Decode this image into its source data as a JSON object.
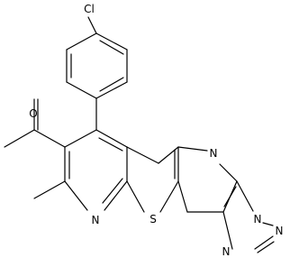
{
  "atoms": {
    "cl": "Cl",
    "o": "O",
    "n_pyridine": "N",
    "s": "S",
    "n_pyrimidine_top": "N",
    "n_bridge": "N",
    "n_triazole_right": "N",
    "n_triazole_bottom": "N"
  }
}
